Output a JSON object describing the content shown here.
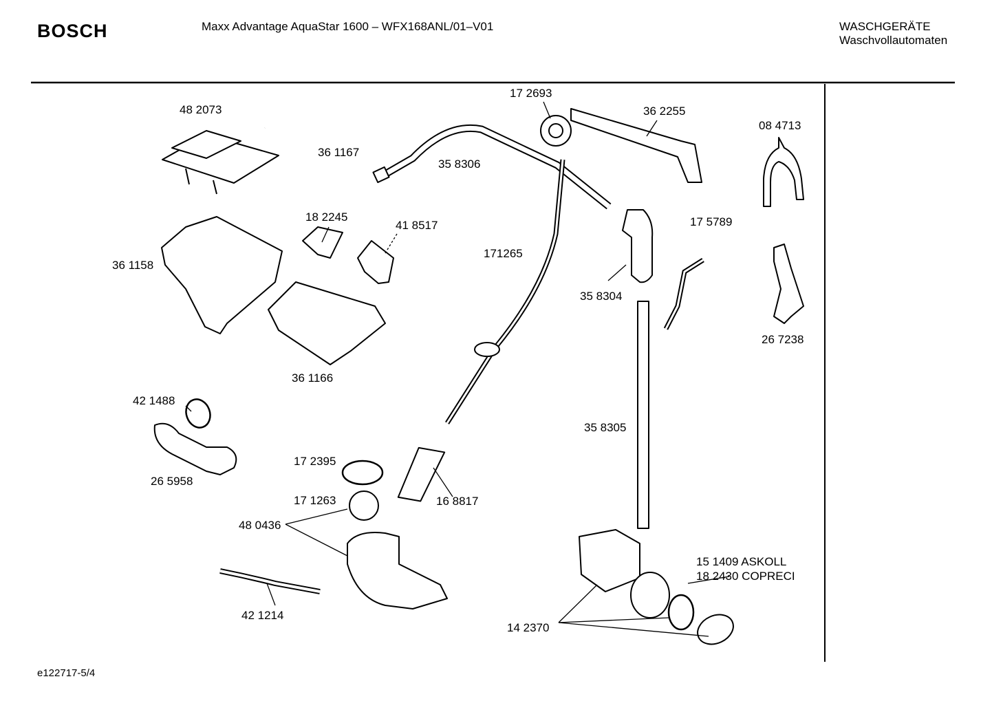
{
  "header": {
    "brand": "BOSCH",
    "model": "Maxx Advantage AquaStar 1600 – WFX168ANL/01–V01",
    "category": "WASCHGERÄTE",
    "subcategory": "Waschvollautomaten"
  },
  "footer": {
    "code": "e122717-5/4"
  },
  "labels": {
    "p482073": "48 2073",
    "p361167": "36 1167",
    "p172693": "17 2693",
    "p362255": "36 2255",
    "p084713": "08 4713",
    "p358306": "35 8306",
    "p182245": "18 2245",
    "p418517": "41 8517",
    "p175789": "17 5789",
    "p361158": "36 1158",
    "p171265": "171265",
    "p358304": "35 8304",
    "p267238": "26 7238",
    "p361166": "36 1166",
    "p421488": "42 1488",
    "p358305": "35 8305",
    "p265958": "26 5958",
    "p172395": "17 2395",
    "p168817": "16 8817",
    "p171263": "17 1263",
    "p480436": "48 0436",
    "p151409": "15 1409  ASKOLL",
    "p182430": "18 2430  COPRECI",
    "p421214": "42 1214",
    "p142370": "14 2370"
  }
}
